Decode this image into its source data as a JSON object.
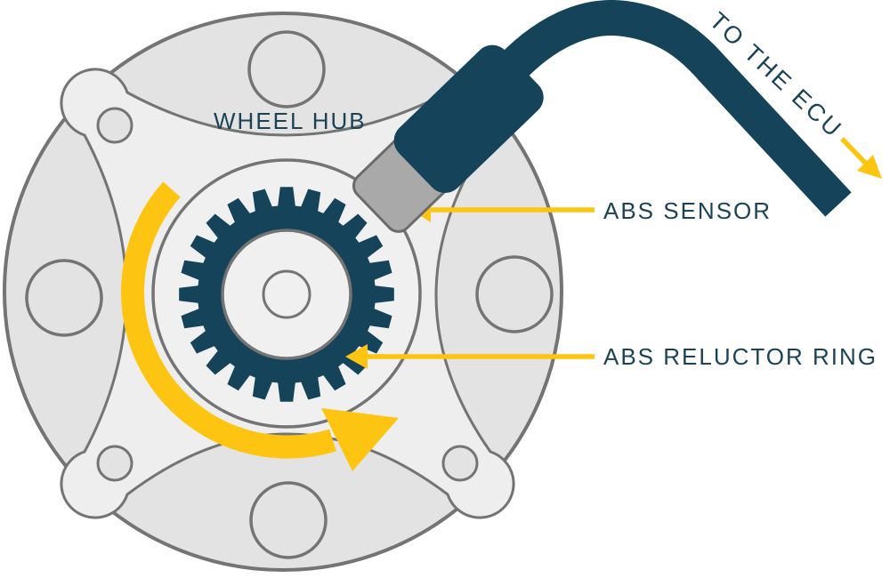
{
  "diagram": {
    "labels": {
      "wheel_hub": "WHEEL HUB",
      "abs_sensor": "ABS SENSOR",
      "abs_reluctor_ring": "ABS RELUCTOR RING",
      "to_the_ecu": "TO THE ECU"
    },
    "colors": {
      "teal": "#14435A",
      "yellow": "#FDC511",
      "disc_fill": "#E3E3E3",
      "flange_fill": "#EEEEEE",
      "hub_inner_fill": "#F0F0F0",
      "sensor_gray": "#A9A9A9",
      "outline_gray": "#747474",
      "sensor_outline_gray": "#6B6B6B",
      "label_text": "#1B4355"
    },
    "gear": {
      "teeth": 24
    },
    "icons": {
      "rotation_arrow": "counterclockwise-rotation-arrow",
      "sensor_pointer": "left-pointing-arrow",
      "reluctor_pointer": "left-pointing-arrow",
      "ecu_pointer": "down-right-pointing-arrow"
    }
  }
}
